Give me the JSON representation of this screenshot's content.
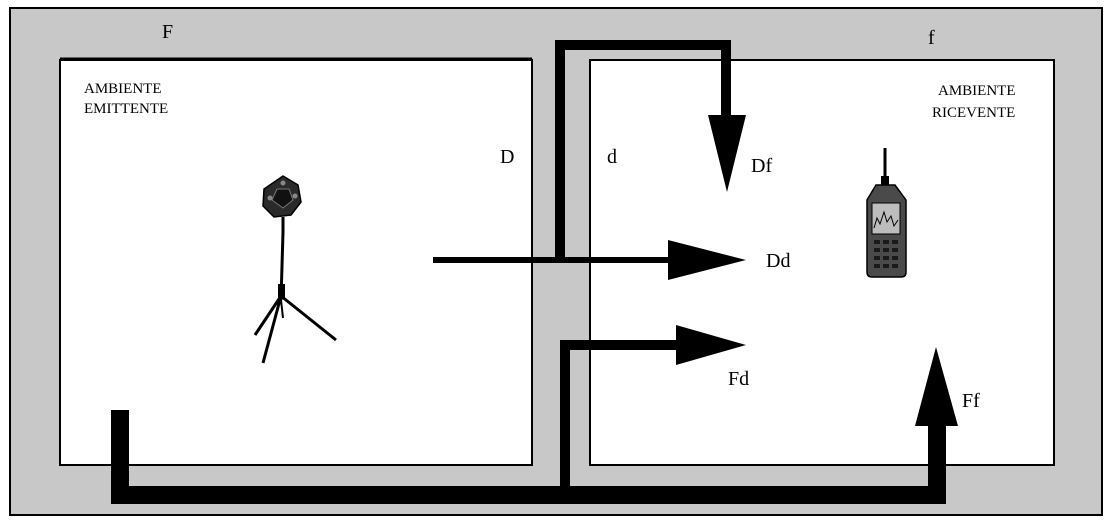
{
  "colors": {
    "structure": "#c8c8c8",
    "room": "#ffffff",
    "stroke": "#000000"
  },
  "labels": {
    "F": "F",
    "f": "f",
    "D": "D",
    "d": "d",
    "Df": "Df",
    "Dd": "Dd",
    "Fd": "Fd",
    "Ff": "Ff"
  },
  "rooms": {
    "source": {
      "line1": "AMBIENTE",
      "line2": "EMITTENTE"
    },
    "receiver": {
      "line1": "AMBIENTE",
      "line2": "RICEVENTE"
    }
  },
  "icons": {
    "source": "dodecahedron-speaker-icon",
    "receiver": "sound-level-meter-icon"
  }
}
